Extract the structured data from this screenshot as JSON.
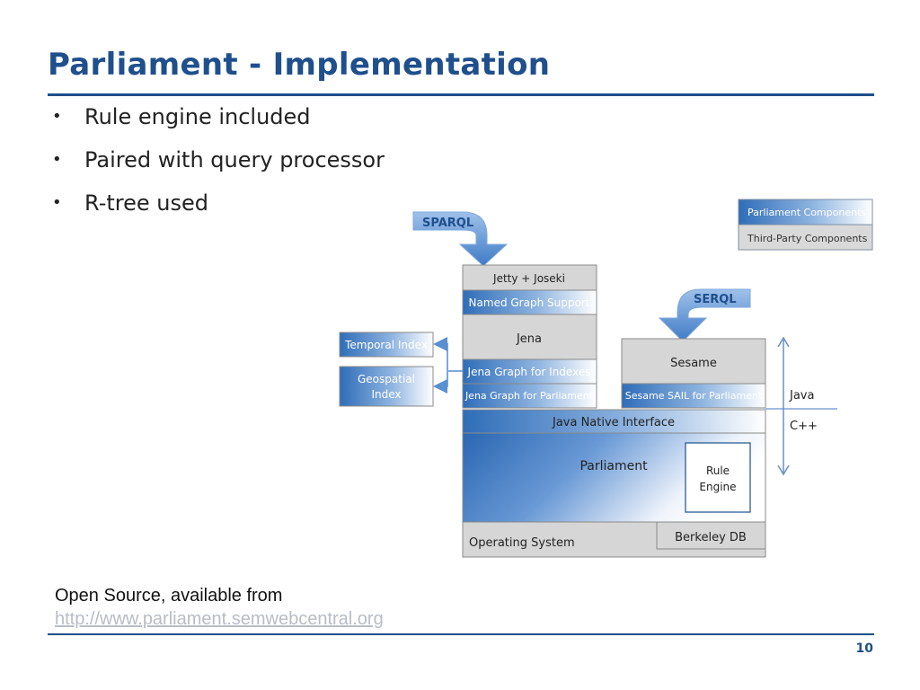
{
  "slide": {
    "title": "Parliament - Implementation",
    "bullets": [
      "Rule engine included",
      "Paired with query processor",
      "R-tree used"
    ],
    "footer_text": "Open Source, available from",
    "footer_link": "http://www.parliament.semwebcentral.org",
    "page_number": "10"
  },
  "diagram": {
    "legend": {
      "parliament": "Parliament Components",
      "third_party": "Third-Party Components"
    },
    "sparql": "SPARQL",
    "serql": "SERQL",
    "jetty": "Jetty + Joseki",
    "named_graph": "Named Graph Support",
    "jena": "Jena",
    "jena_graph_indexes": "Jena Graph for Indexes",
    "jena_graph_parliament": "Jena Graph for Parliament",
    "temporal_index": "Temporal Index",
    "geospatial_line1": "Geospatial",
    "geospatial_line2": "Index",
    "sesame": "Sesame",
    "sesame_sail": "Sesame SAIL for Parliament",
    "jni": "Java Native Interface",
    "parliament": "Parliament",
    "rule_line1": "Rule",
    "rule_line2": "Engine",
    "os": "Operating System",
    "berkeley": "Berkeley DB",
    "java_label": "Java",
    "cpp_label": "C++"
  },
  "colors": {
    "title_blue": "#1f4f8c",
    "parliament_blue": "#3d77c0",
    "third_party_gray": "#d6d6d6"
  }
}
